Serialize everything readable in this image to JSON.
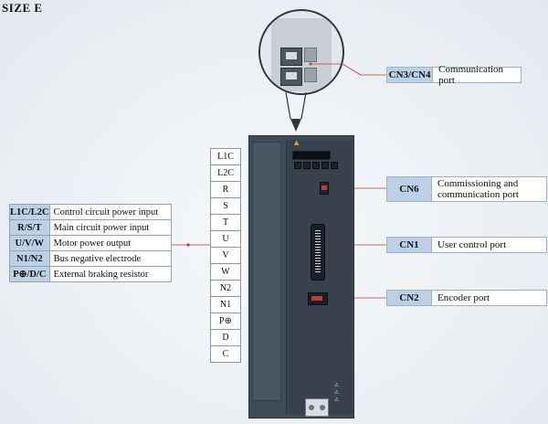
{
  "title": "SIZE E",
  "callouts": {
    "cn3cn4": {
      "code": "CN3/CN4",
      "desc": "Communication port"
    },
    "cn6": {
      "code": "CN6",
      "desc_line1": "Commissioning and",
      "desc_line2": "communication port"
    },
    "cn1": {
      "code": "CN1",
      "desc": "User control port"
    },
    "cn2": {
      "code": "CN2",
      "desc": "Encoder port"
    }
  },
  "legend": [
    {
      "key": "L1C/L2C",
      "desc": "Control circuit power input"
    },
    {
      "key": "R/S/T",
      "desc": "Main circuit power input"
    },
    {
      "key": "U/V/W",
      "desc": "Motor power output"
    },
    {
      "key": "N1/N2",
      "desc": "Bus negative electrode"
    },
    {
      "key": "P⊕/D/C",
      "desc": "External braking resistor"
    }
  ],
  "terminals": [
    "L1C",
    "L2C",
    "R",
    "S",
    "T",
    "U",
    "V",
    "W",
    "N2",
    "N1",
    "P⊕",
    "D",
    "C"
  ],
  "colors": {
    "accent_line": "#c0392b",
    "callout_code_bg": "#bcd1e6",
    "drive_body": "#3f4b57"
  },
  "icons": {
    "zoom": "magnifier-circle",
    "port": "connector-icon"
  }
}
